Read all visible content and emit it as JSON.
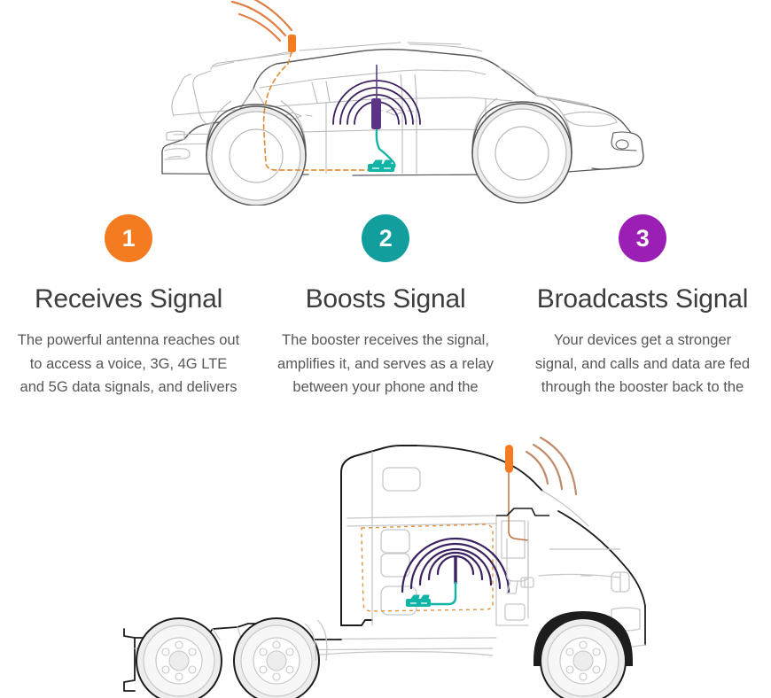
{
  "colors": {
    "orange": "#F47B20",
    "teal": "#139E9E",
    "purple": "#9B1FB5",
    "heading": "#3d3d3d",
    "body": "#575757",
    "outline": "#58585a",
    "outline_light": "#b9babc",
    "wheel_fill": "#ededee",
    "background": "#ffffff"
  },
  "steps": [
    {
      "number": "1",
      "color": "#F47B20",
      "title": "Receives Signal",
      "body": "The powerful antenna reaches out to access a voice, 3G, 4G LTE and 5G data signals, and delivers it to the booster."
    },
    {
      "number": "2",
      "color": "#139E9E",
      "title": "Boosts Signal",
      "body": "The booster receives the signal, amplifies it, and serves as a relay between your phone and the nearest cellphone tower."
    },
    {
      "number": "3",
      "color": "#9B1FB5",
      "title": "Broadcasts Signal",
      "body": "Your devices get a stronger signal, and calls and data are fed through the booster back to the network."
    }
  ],
  "illustrations": {
    "suv": {
      "name": "suv-line-drawing",
      "components": [
        "roof-mounted-orange-antenna",
        "orange-signal-waves",
        "orange-dashed-antenna-cable",
        "teal-signal-booster-unit",
        "teal-booster-cable",
        "purple-interior-antenna",
        "purple-signal-waves"
      ]
    },
    "truck": {
      "name": "semi-truck-line-drawing",
      "components": [
        "mirror-mounted-orange-antenna",
        "orange-signal-waves",
        "orange-dashed-coverage-zone",
        "teal-signal-booster-unit",
        "teal-booster-cable",
        "purple-interior-antenna",
        "purple-signal-waves"
      ]
    }
  }
}
